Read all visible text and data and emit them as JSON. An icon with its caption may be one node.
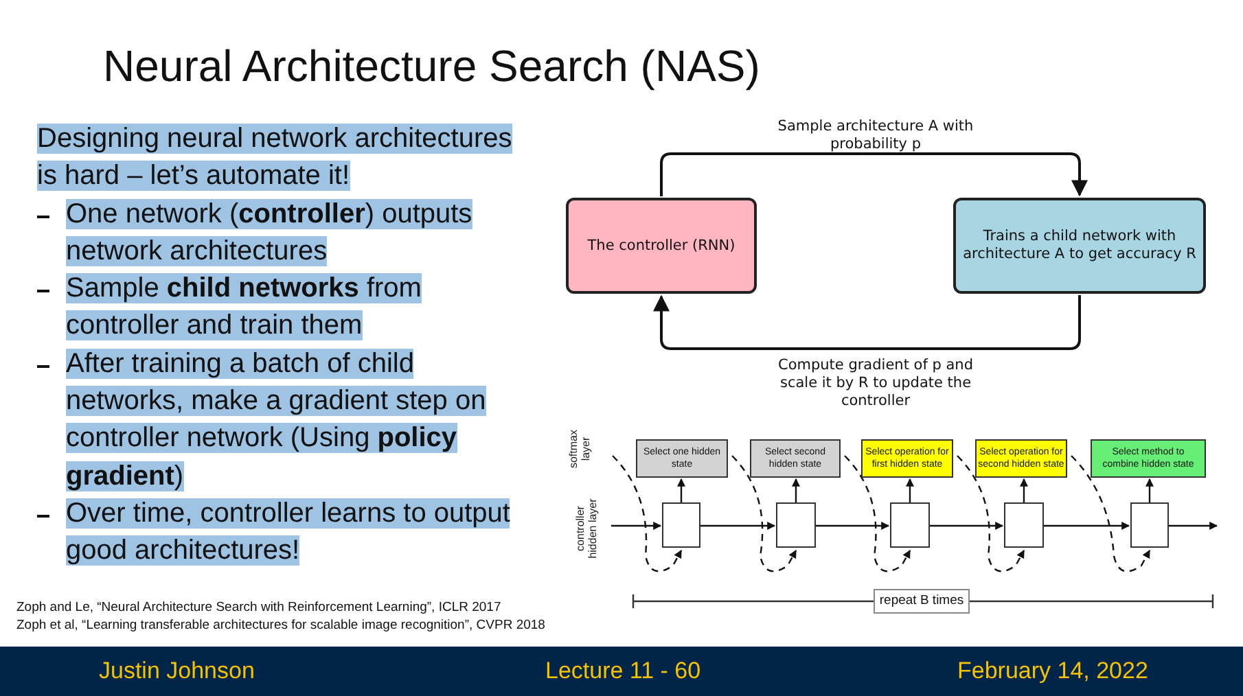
{
  "diagram": {
    "title": "Neural Architecture Search (NAS)",
    "nodes": [
      {
        "text": [
          "The controller (RNN)"
        ]
      },
      {
        "text": [
          "Trains a child network with architecture A to get accuracy R"
        ]
      },
      {
        "text": [
          "Select one hidden state"
        ]
      },
      {
        "text": [
          "Select second hidden state"
        ]
      },
      {
        "text": [
          "Select operation for first hidden state"
        ]
      },
      {
        "text": [
          "Select operation for second hidden state"
        ]
      },
      {
        "text": [
          "Select method to combine hidden state"
        ]
      },
      {
        "text": [],
        "shape": "box"
      },
      {
        "text": [],
        "shape": "box"
      },
      {
        "text": [],
        "shape": "box"
      },
      {
        "text": [],
        "shape": "box"
      },
      {
        "text": [],
        "shape": "box"
      }
    ],
    "edges": [
      {
        "from": 0,
        "to": 1,
        "arrow": "to",
        "label": "Sample architecture A with probability p"
      },
      {
        "from": 1,
        "to": 0,
        "arrow": "to",
        "label": "Compute gradient of p and scale it by R to update the controller"
      },
      {
        "from": 7,
        "to": 2,
        "arrow": "to"
      },
      {
        "from": 8,
        "to": 3,
        "arrow": "to"
      },
      {
        "from": 9,
        "to": 4,
        "arrow": "to"
      },
      {
        "from": 10,
        "to": 5,
        "arrow": "to"
      },
      {
        "from": 11,
        "to": 6,
        "arrow": "to"
      },
      {
        "from": null,
        "to": 7,
        "arrow": "to"
      },
      {
        "from": 7,
        "to": 8,
        "arrow": "to"
      },
      {
        "from": 8,
        "to": 9,
        "arrow": "to"
      },
      {
        "from": 9,
        "to": 10,
        "arrow": "to"
      },
      {
        "from": 10,
        "to": 11,
        "arrow": "to"
      },
      {
        "from": 11,
        "to": null,
        "arrow": "to"
      },
      {
        "from": null,
        "to": 7,
        "arrow": "to",
        "style": "dashed"
      },
      {
        "from": 2,
        "to": 8,
        "arrow": "to",
        "style": "dashed"
      },
      {
        "from": 3,
        "to": 9,
        "arrow": "to",
        "style": "dashed"
      },
      {
        "from": 4,
        "to": 10,
        "arrow": "to",
        "style": "dashed"
      },
      {
        "from": 5,
        "to": 11,
        "arrow": "to",
        "style": "dashed"
      }
    ],
    "labels": [
      "Designing neural network architectures is hard – let’s automate it!",
      "One network (**controller**) outputs network architectures",
      "Sample **child networks** from controller and train them",
      "After training a batch of child networks, make a gradient step on controller network (Using **policy gradient**)",
      "Over time, controller learns to output good architectures!",
      "softmax layer",
      "controller hidden layer",
      "repeat B times",
      "Zoph and Le, “Neural Architecture Search with Reinforcement Learning”, ICLR 2017",
      "Zoph et al, “Learning transferable architectures for scalable image recognition”, CVPR 2018",
      "Justin Johnson",
      "Lecture 11 - 60",
      "February 14, 2022"
    ]
  }
}
